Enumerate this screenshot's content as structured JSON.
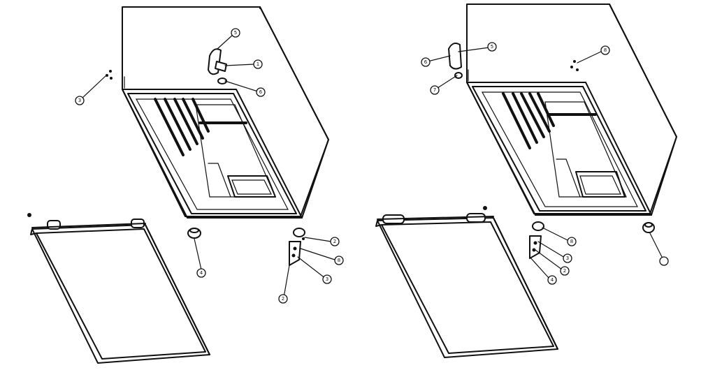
{
  "diagram": {
    "left_view": {
      "callouts": [
        "5",
        "1",
        "6",
        "3",
        "4",
        "2",
        "8",
        "3",
        "2"
      ]
    },
    "right_view": {
      "callouts": [
        "6",
        "5",
        "7",
        "8",
        "8",
        "3",
        "2",
        "4"
      ]
    }
  }
}
